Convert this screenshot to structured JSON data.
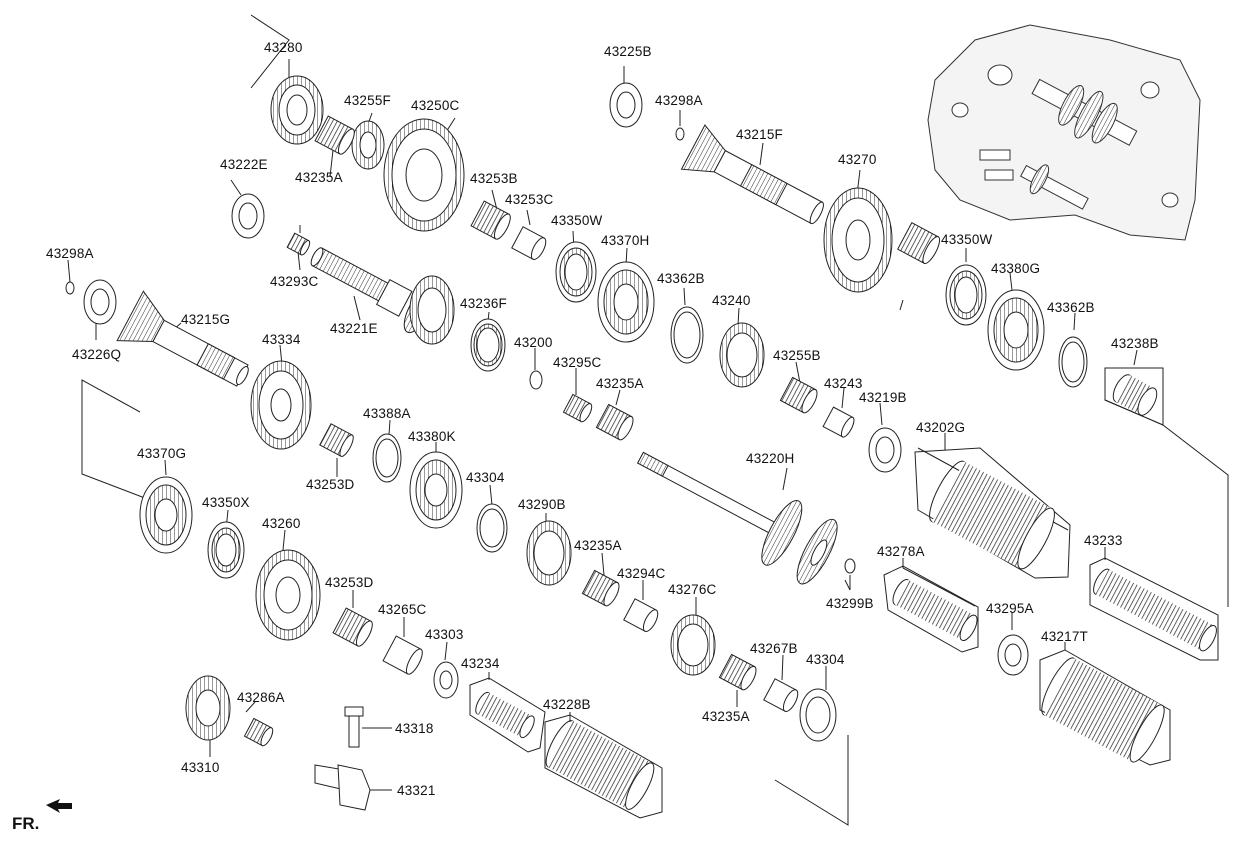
{
  "diagram": {
    "orientation_label": "FR.",
    "arrow_icon": "front-direction-arrow-icon",
    "part_labels": [
      "43280",
      "43255F",
      "43250C",
      "43222E",
      "43235A",
      "43225B",
      "43298A",
      "43215F",
      "43270",
      "43253B",
      "43253C",
      "43350W",
      "43370H",
      "43350W",
      "43380G",
      "43298A",
      "43293C",
      "43221E",
      "43236F",
      "43362B",
      "43240",
      "43255B",
      "43362B",
      "43238B",
      "43226Q",
      "43215G",
      "43200",
      "43295C",
      "43235A",
      "43243",
      "43219B",
      "43334",
      "43388A",
      "43380K",
      "43202G",
      "43220H",
      "43253D",
      "43304",
      "43290B",
      "43370G",
      "43350X",
      "43235A",
      "43294C",
      "43260",
      "43276C",
      "43278A",
      "43233",
      "43299B",
      "43253D",
      "43265C",
      "43303",
      "43295A",
      "43217T",
      "43234",
      "43228B",
      "43267B",
      "43304",
      "43235A",
      "43286A",
      "43318",
      "43310",
      "43321"
    ]
  }
}
